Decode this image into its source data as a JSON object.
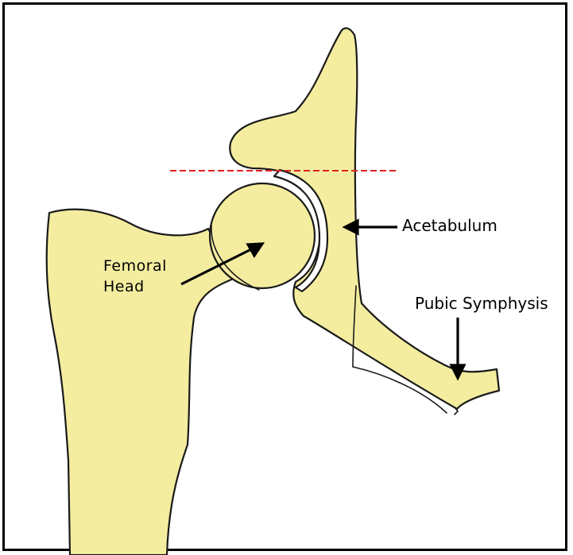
{
  "labels": {
    "acetabulum": "Acetabulum",
    "pubic_symphysis": "Pubic Symphysis",
    "femoral_line1": "Femoral",
    "femoral_line2": "Head"
  },
  "colors": {
    "bone_fill": "#f4eda0",
    "outline": "#1a1a1a",
    "reference_line": "#e02020",
    "frame": "#000000"
  }
}
